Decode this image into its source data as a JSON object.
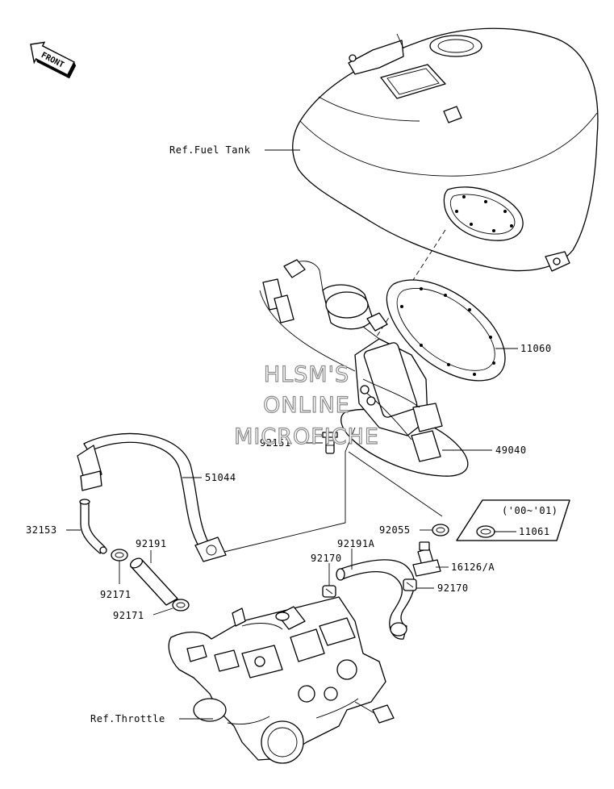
{
  "front_label": "FRONT",
  "refs": {
    "fuel_tank": "Ref.Fuel Tank",
    "throttle": "Ref.Throttle"
  },
  "parts": {
    "p11060": "11060",
    "p49040": "49040",
    "p92151": "92151",
    "p51044": "51044",
    "p32153": "32153",
    "p92191": "92191",
    "p92055": "92055",
    "p92191a": "92191A",
    "p92170a": "92170",
    "p16126a": "16126/A",
    "p92170b": "92170",
    "p92171a": "92171",
    "p92171b": "92171",
    "p11061": "11061"
  },
  "inset_label": "('00~'01)",
  "watermark": {
    "line1": "HLSM'S",
    "line2": "ONLINE",
    "line3": "MICROFICHE"
  }
}
